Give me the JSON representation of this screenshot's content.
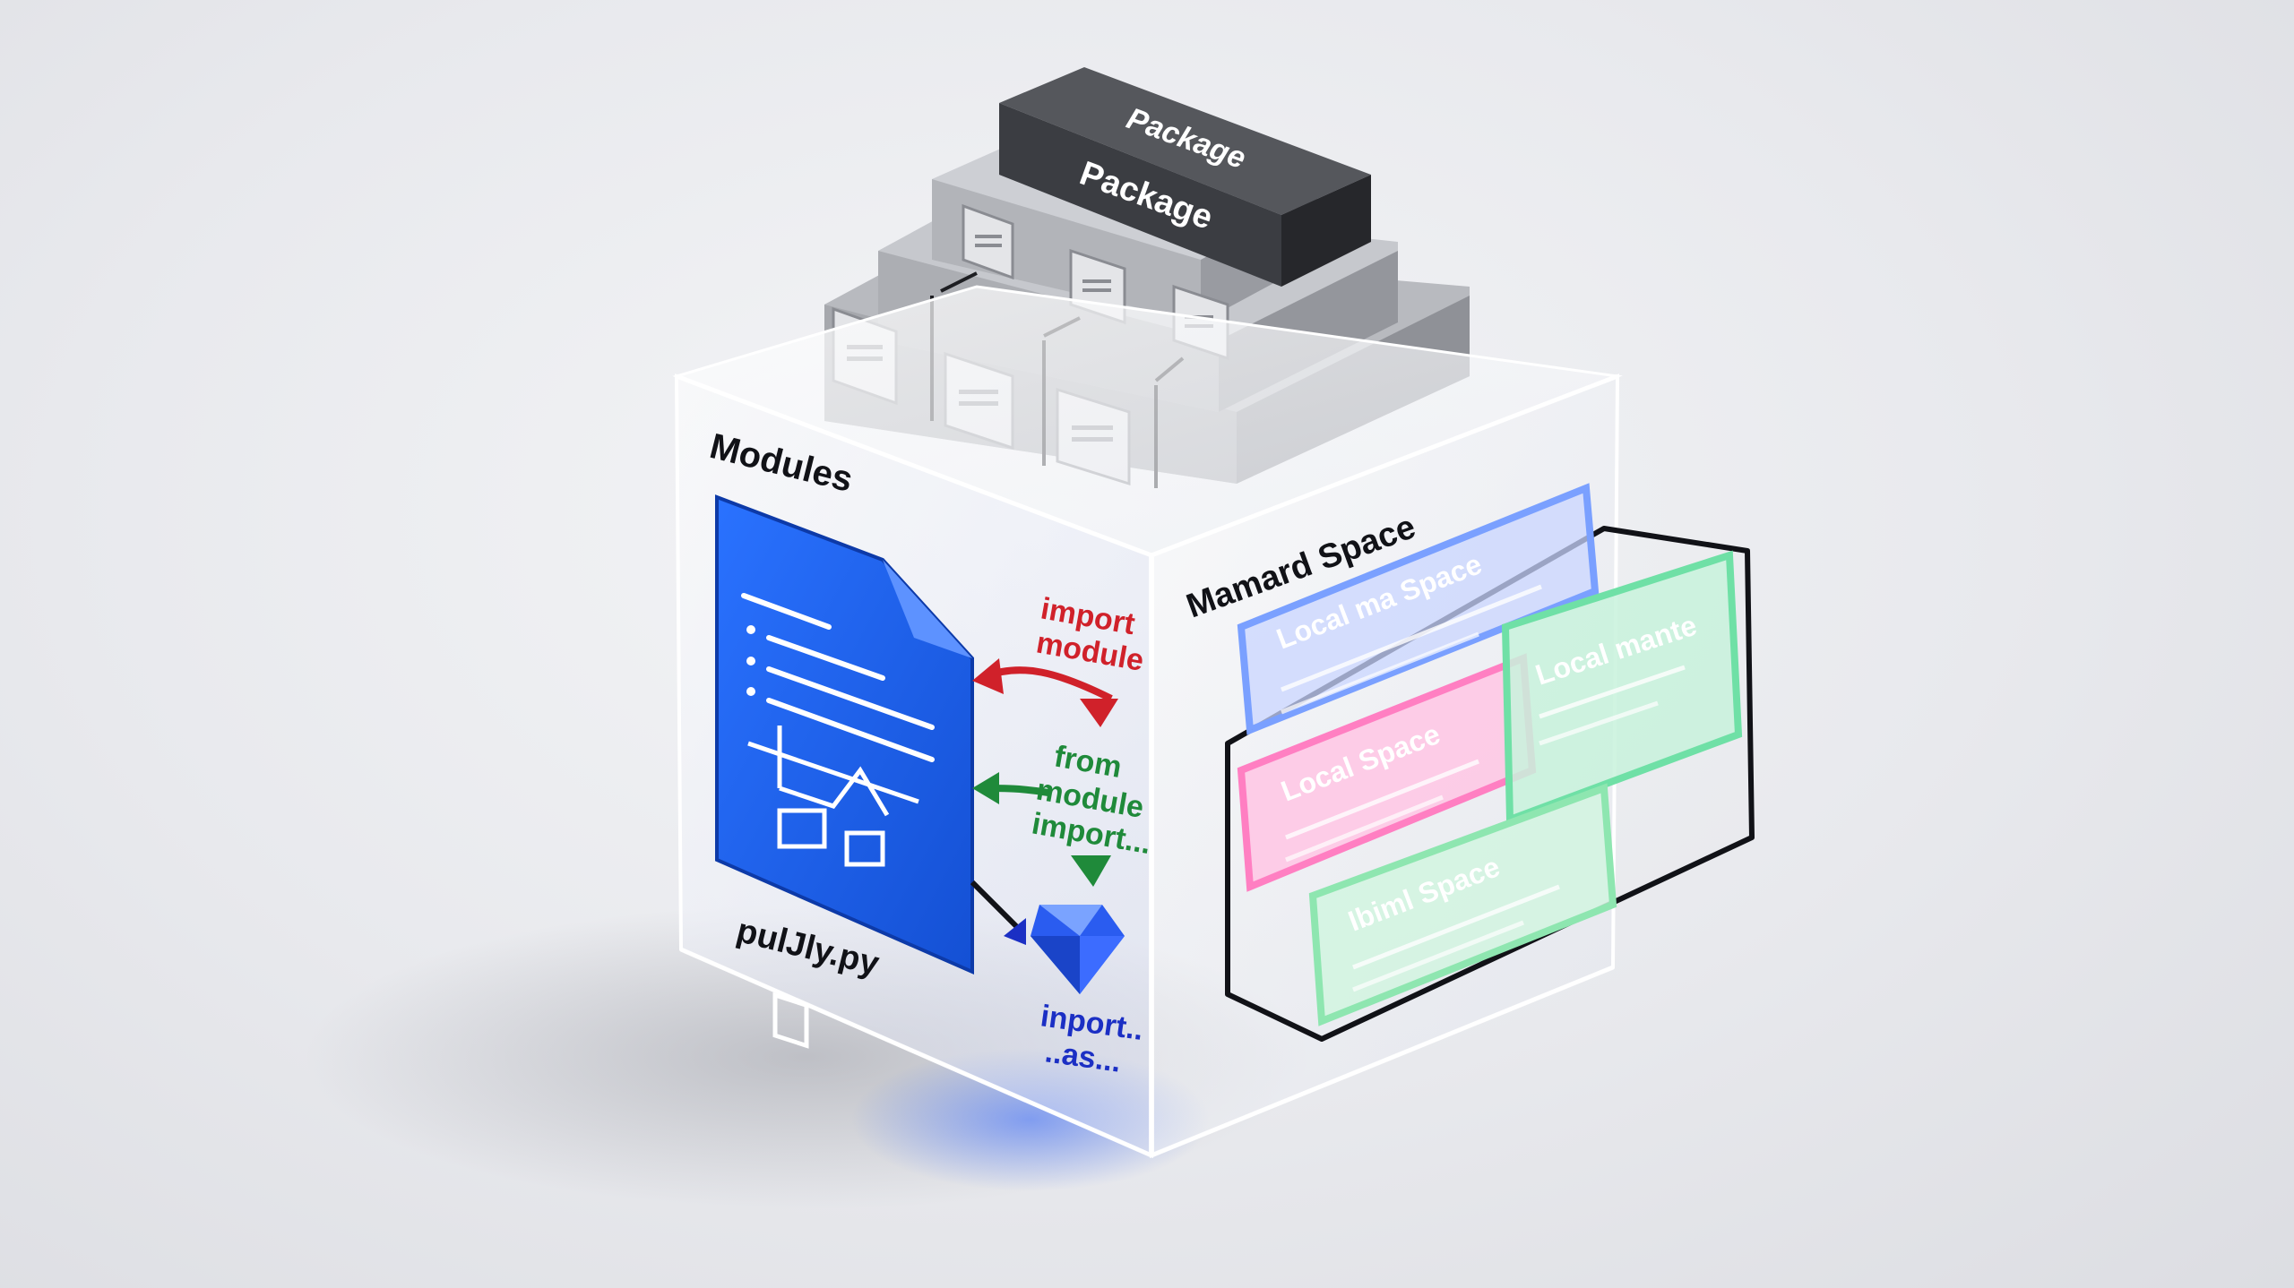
{
  "package": {
    "top_label": "Package",
    "front_label": "Package"
  },
  "cube": {
    "left_title": "Modules",
    "right_title": "Mamard Space"
  },
  "module_file": {
    "filename": "pulJly.py"
  },
  "imports": {
    "import_module": {
      "line1": "import",
      "line2": "module",
      "color": "#d0212a"
    },
    "from_import": {
      "line1": "from",
      "line2": "module",
      "line3": "import...",
      "color": "#1f8a3a"
    },
    "import_as": {
      "line1": "inport..",
      "line2": "..as...",
      "color": "#1b2fc4"
    }
  },
  "namespaces": [
    {
      "title": "Local ma Space",
      "color": "#7aa0ff"
    },
    {
      "title": "Local mante",
      "color": "#6fe0a6"
    },
    {
      "title": "Local Space",
      "color": "#ff7fc2"
    },
    {
      "title": "Ibiml Space",
      "color": "#8ee6b0"
    }
  ],
  "colors": {
    "file_blue": "#1a5fe0",
    "package_dark": "#3b3d42",
    "package_grey": "#9c9ea4",
    "gem_blue": "#2a5cf0"
  }
}
